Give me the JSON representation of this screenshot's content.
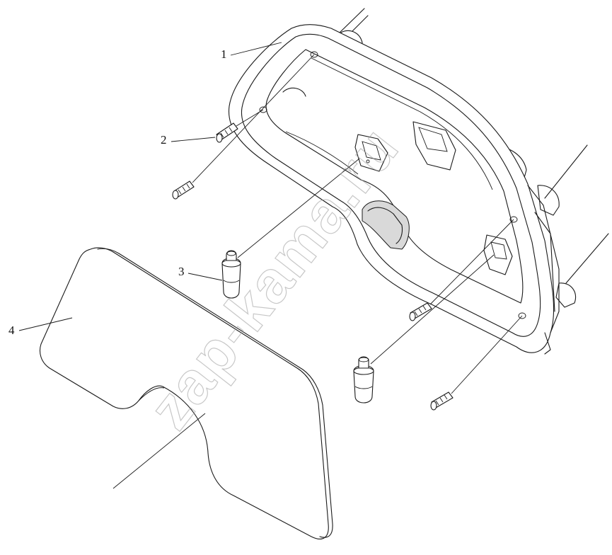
{
  "callouts": [
    {
      "id": "1",
      "label": "1"
    },
    {
      "id": "2",
      "label": "2"
    },
    {
      "id": "3",
      "label": "3"
    },
    {
      "id": "4",
      "label": "4"
    }
  ],
  "watermark": "zap-kama.ru"
}
